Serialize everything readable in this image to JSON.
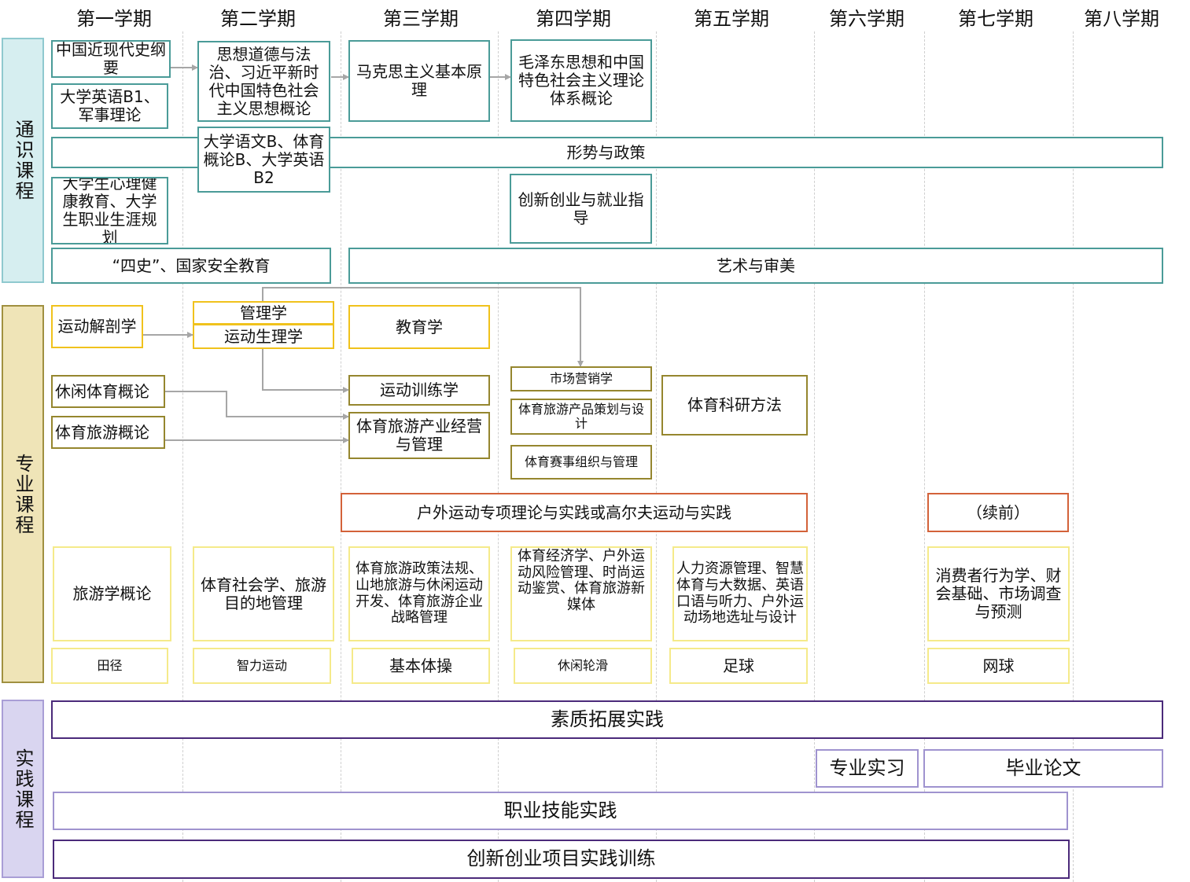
{
  "semesters": [
    "第一学期",
    "第二学期",
    "第三学期",
    "第四学期",
    "第五学期",
    "第六学期",
    "第七学期",
    "第八学期"
  ],
  "categories": {
    "general": "通识课程",
    "major": "专业课程",
    "practice": "实践课程"
  },
  "colors": {
    "general_category": "#d6eef0",
    "major_category": "#efe4b7",
    "practice_category": "#d9d5f0",
    "teal_border": "#4a9b98",
    "gold_border": "#f0c21c",
    "olive_border": "#95862e",
    "orange_border": "#d3623a",
    "lemon_border": "#f5ea8a",
    "purple_border": "#4b2a7a",
    "lavender_border": "#9f93cf",
    "arrow": "#a6a6a6"
  },
  "courses": {
    "modern_history": "中国近现代史纲要",
    "english_b1_military": "大学英语B1、军事理论",
    "ethics_xi_thought": "思想道德与法治、习近平新时代中国特色社会主义思想概论",
    "marxism": "马克思主义基本原理",
    "mao_theory": "毛泽东思想和中国特色社会主义理论体系概论",
    "situation_policy": "形势与政策",
    "chinese_pe_english_b2": "大学语文B、体育概论B、大学英语B2",
    "psychology_career": "大学生心理健康教育、大学生职业生涯规划",
    "innovation_employment": "创新创业与就业指导",
    "four_histories_security": "“四史”、国家安全教育",
    "art_aesthetics": "艺术与审美",
    "sports_anatomy": "运动解剖学",
    "management": "管理学",
    "sports_physiology": "运动生理学",
    "pedagogy": "教育学",
    "marketing": "市场营销学",
    "leisure_sports_intro": "休闲体育概论",
    "sports_training": "运动训练学",
    "product_design": "体育旅游产品策划与设计",
    "sports_research": "体育科研方法",
    "sports_tourism_intro": "体育旅游概论",
    "industry_management": "体育旅游产业经营与管理",
    "event_management": "体育赛事组织与管理",
    "outdoor_golf": "户外运动专项理论与实践或高尔夫运动与实践",
    "continued": "（续前）",
    "tourism_intro": "旅游学概论",
    "sociology_destination": "体育社会学、旅游目的地管理",
    "policy_mountain_strategy": "体育旅游政策法规、山地旅游与休闲运动开发、体育旅游企业战略管理",
    "economics_risk_media": "体育经济学、户外运动风险管理、时尚运动鉴赏、体育旅游新媒体",
    "hr_bigdata_english_outdoor": "人力资源管理、智慧体育与大数据、英语口语与听力、户外运动场地选址与设计",
    "consumer_finance_market": "消费者行为学、财会基础、市场调查与预测",
    "track_field": "田径",
    "mind_sports": "智力运动",
    "basic_gymnastics": "基本体操",
    "leisure_skating": "休闲轮滑",
    "football": "足球",
    "tennis": "网球",
    "quality_expansion": "素质拓展实践",
    "internship": "专业实习",
    "thesis": "毕业论文",
    "vocational_skills": "职业技能实践",
    "innovation_project": "创新创业项目实践训练"
  }
}
